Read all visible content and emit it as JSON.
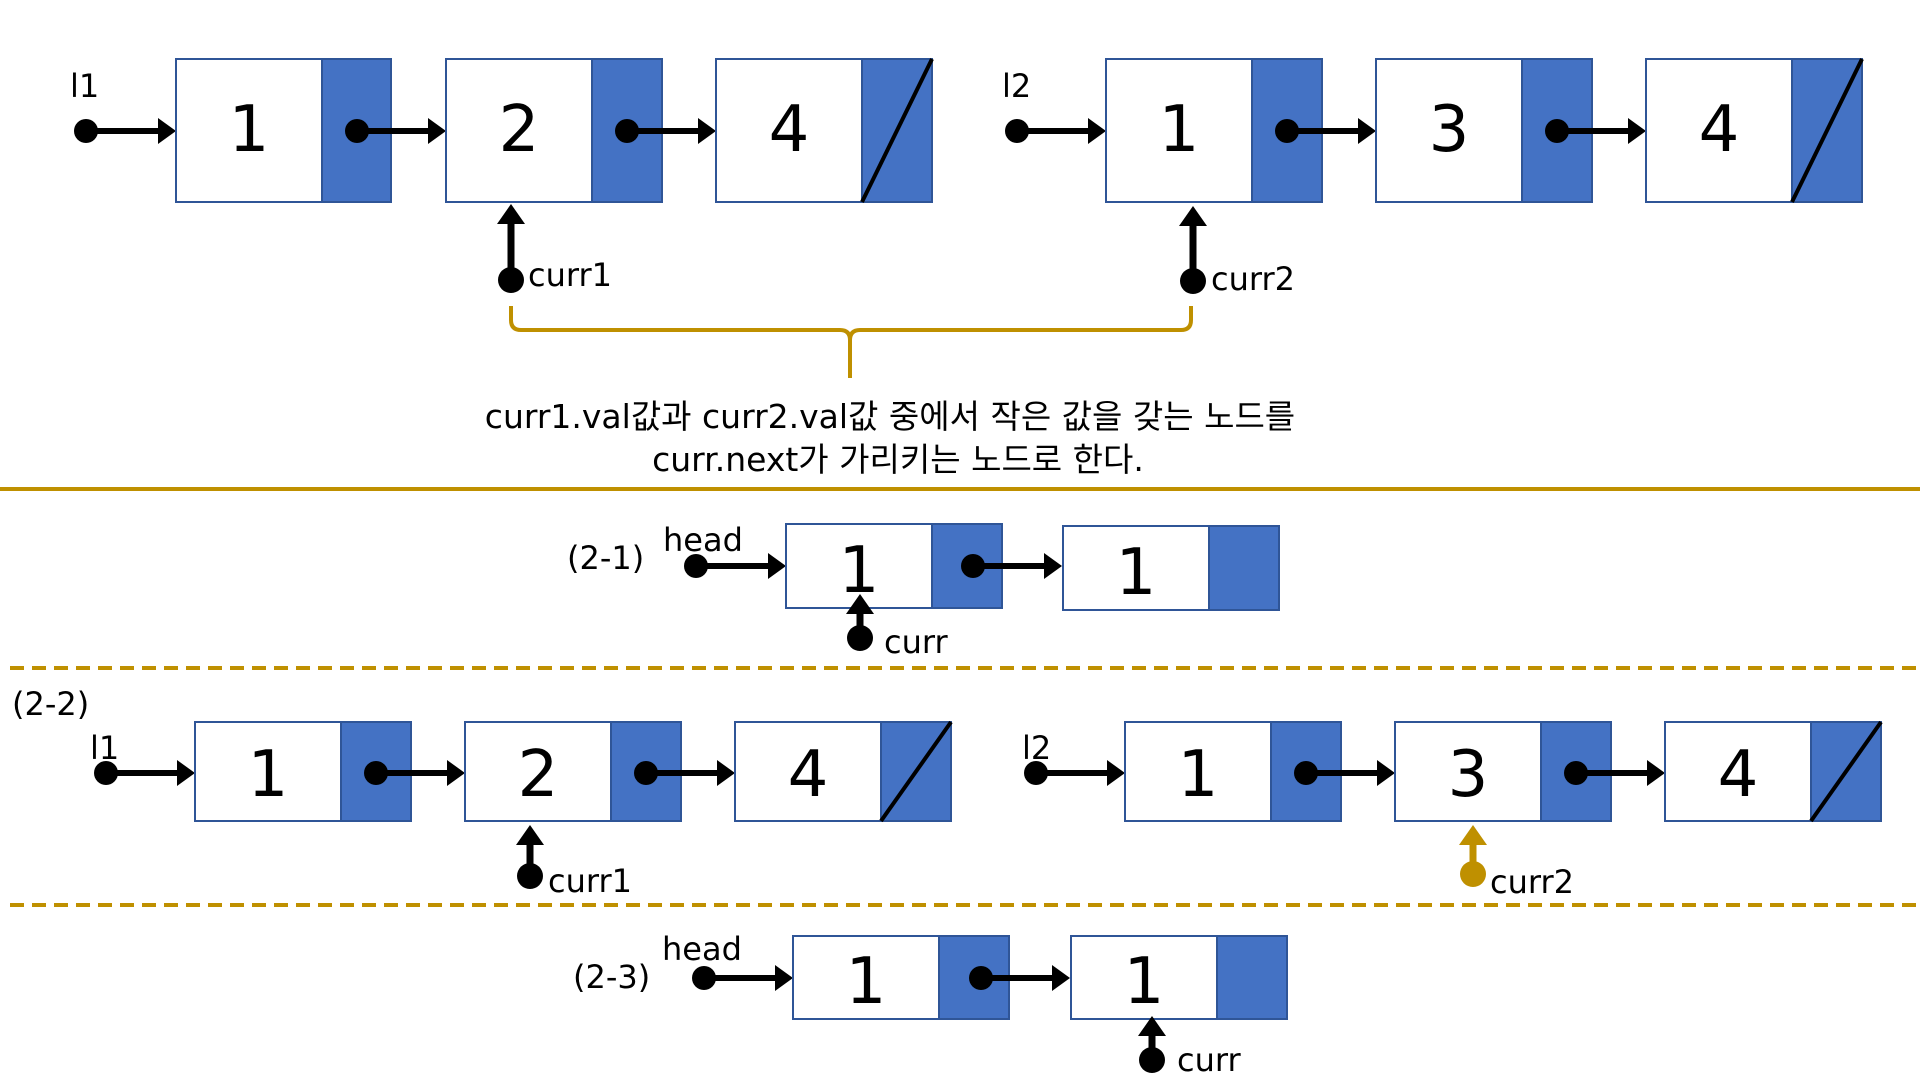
{
  "colors": {
    "accent_blue": "#4472c4",
    "box_border": "#2f5597",
    "gold": "#bf9000",
    "arrow": "#000000"
  },
  "section1": {
    "l1_label": "l1",
    "l1_values": [
      "1",
      "2",
      "4"
    ],
    "l2_label": "l2",
    "l2_values": [
      "1",
      "3",
      "4"
    ],
    "curr1_label": "curr1",
    "curr2_label": "curr2",
    "caption_line1": "curr1.val값과 curr2.val값 중에서 작은 값을 갖는 노드를",
    "caption_line2": "curr.next가 가리키는 노드로 한다."
  },
  "section21": {
    "step_label": "(2-1)",
    "head_label": "head",
    "values": [
      "1",
      "1"
    ],
    "curr_label": "curr"
  },
  "section22": {
    "step_label": "(2-2)",
    "l1_label": "l1",
    "l1_values": [
      "1",
      "2",
      "4"
    ],
    "l2_label": "l2",
    "l2_values": [
      "1",
      "3",
      "4"
    ],
    "curr1_label": "curr1",
    "curr2_label": "curr2"
  },
  "section23": {
    "step_label": "(2-3)",
    "head_label": "head",
    "values": [
      "1",
      "1"
    ],
    "curr_label": "curr"
  }
}
